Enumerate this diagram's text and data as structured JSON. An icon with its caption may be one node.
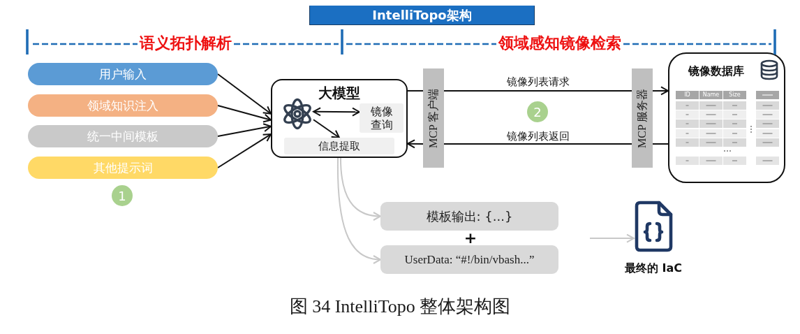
{
  "diagram": {
    "title": "IntelliTopo架构",
    "caption": "图 34 IntelliTopo 整体架构图",
    "nodes": [
      {
        "text": [
          "用户输入"
        ]
      },
      {
        "text": [
          "领域知识注入"
        ]
      },
      {
        "text": [
          "统一中间模板"
        ]
      },
      {
        "text": [
          "其他提示词"
        ]
      },
      {
        "text": [
          "大模型"
        ]
      },
      {
        "text": [],
        "shape": "picture",
        "in": 4
      },
      {
        "text": [
          "镜像查询"
        ],
        "in": 4
      },
      {
        "text": [
          "信息提取"
        ],
        "in": 4
      },
      {
        "text": [
          "MCP 客户端"
        ]
      },
      {
        "text": [
          "MCP 服务器"
        ]
      },
      {
        "text": [
          "镜像数据库"
        ]
      },
      {
        "text": [
          "模板输出: {...}"
        ]
      },
      {
        "text": [
          "UserData: “#!/bin/vbash...”"
        ]
      },
      {
        "text": [],
        "shape": "picture",
        "beside": [
          "最终的 IaC"
        ]
      }
    ],
    "edges": [
      {
        "from": 0,
        "to": 4,
        "arrow": "to"
      },
      {
        "from": 1,
        "to": 4,
        "arrow": "to"
      },
      {
        "from": 2,
        "to": 4,
        "arrow": "to"
      },
      {
        "from": 3,
        "to": 4,
        "arrow": "to"
      },
      {
        "from": 5,
        "to": 6,
        "arrow": "both"
      },
      {
        "from": 5,
        "to": 7,
        "arrow": "to"
      },
      {
        "from": 4,
        "to": 8,
        "arrow": "none"
      },
      {
        "from": 8,
        "to": 9,
        "arrow": "none",
        "label": "镜像列表请求"
      },
      {
        "from": 9,
        "to": 10,
        "arrow": "to"
      },
      {
        "from": 10,
        "to": 9,
        "arrow": "none"
      },
      {
        "from": 9,
        "to": 8,
        "arrow": "none",
        "label": "镜像列表返回"
      },
      {
        "from": 8,
        "to": 4,
        "arrow": "to"
      },
      {
        "from": 4,
        "to": 11,
        "arrow": "to",
        "color": "#c8c8c8"
      },
      {
        "from": 4,
        "to": 12,
        "arrow": "to",
        "color": "#c8c8c8"
      },
      {
        "from": null,
        "to": 13,
        "arrow": "to",
        "color": "#c8c8c8"
      }
    ],
    "labels": [
      "语义拓扑解析",
      "领域感知镜像检索",
      "1",
      "2",
      "ID",
      "Name",
      "Size",
      "+"
    ]
  }
}
